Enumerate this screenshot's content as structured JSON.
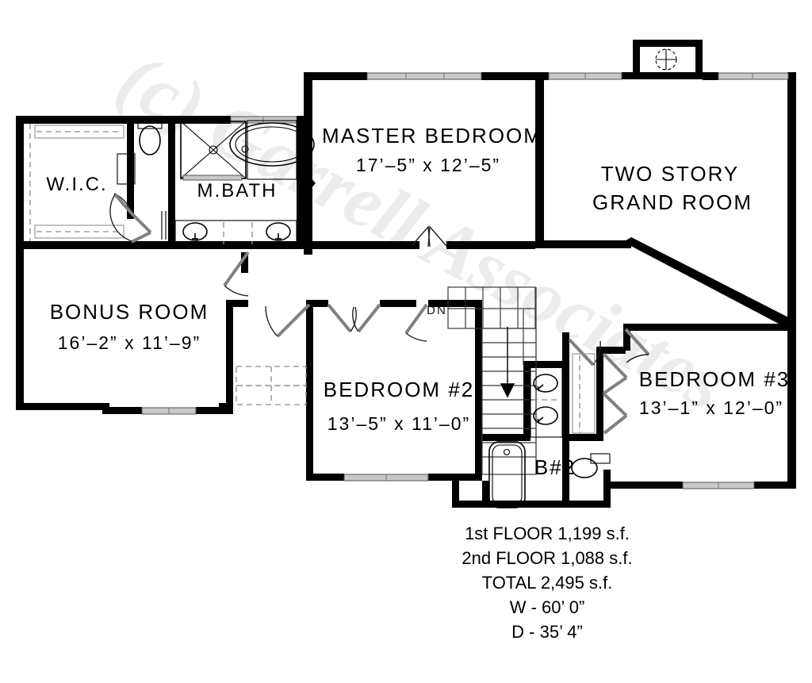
{
  "document": {
    "type": "floor-plan",
    "level": "Second Floor",
    "watermark": "(c) Garrell Associates"
  },
  "rooms": [
    {
      "id": "wic",
      "name": "W.I.C.",
      "dimensions": ""
    },
    {
      "id": "mbath",
      "name": "M.BATH",
      "dimensions": ""
    },
    {
      "id": "master",
      "name": "MASTER  BEDROOM",
      "dimensions": "17’–5” x 12’–5”"
    },
    {
      "id": "grand",
      "name_line1": "TWO  STORY",
      "name_line2": "GRAND  ROOM",
      "dimensions": ""
    },
    {
      "id": "bonus",
      "name": "BONUS  ROOM",
      "dimensions": "16’–2” x 11’–9”"
    },
    {
      "id": "bedroom2",
      "name": "BEDROOM  #2",
      "dimensions": "13’–5” x 11’–0”"
    },
    {
      "id": "bedroom3",
      "name": "BEDROOM  #3",
      "dimensions": "13’–1” x 12’–0”"
    },
    {
      "id": "bath2",
      "name": "B#2",
      "dimensions": ""
    }
  ],
  "labels": {
    "stair_direction": "DN"
  },
  "area_summary": [
    "1st FLOOR  1,199 s.f.",
    "2nd FLOOR  1,088 s.f.",
    "TOTAL  2,495 s.f.",
    "W - 60’   0”",
    "D - 35’   4”"
  ],
  "colors": {
    "wall": "#000000",
    "window": "#c8c8c8",
    "background": "#ffffff",
    "watermark": "#000000",
    "door_panel": "#808080",
    "shelf": "#8a8a8a"
  }
}
